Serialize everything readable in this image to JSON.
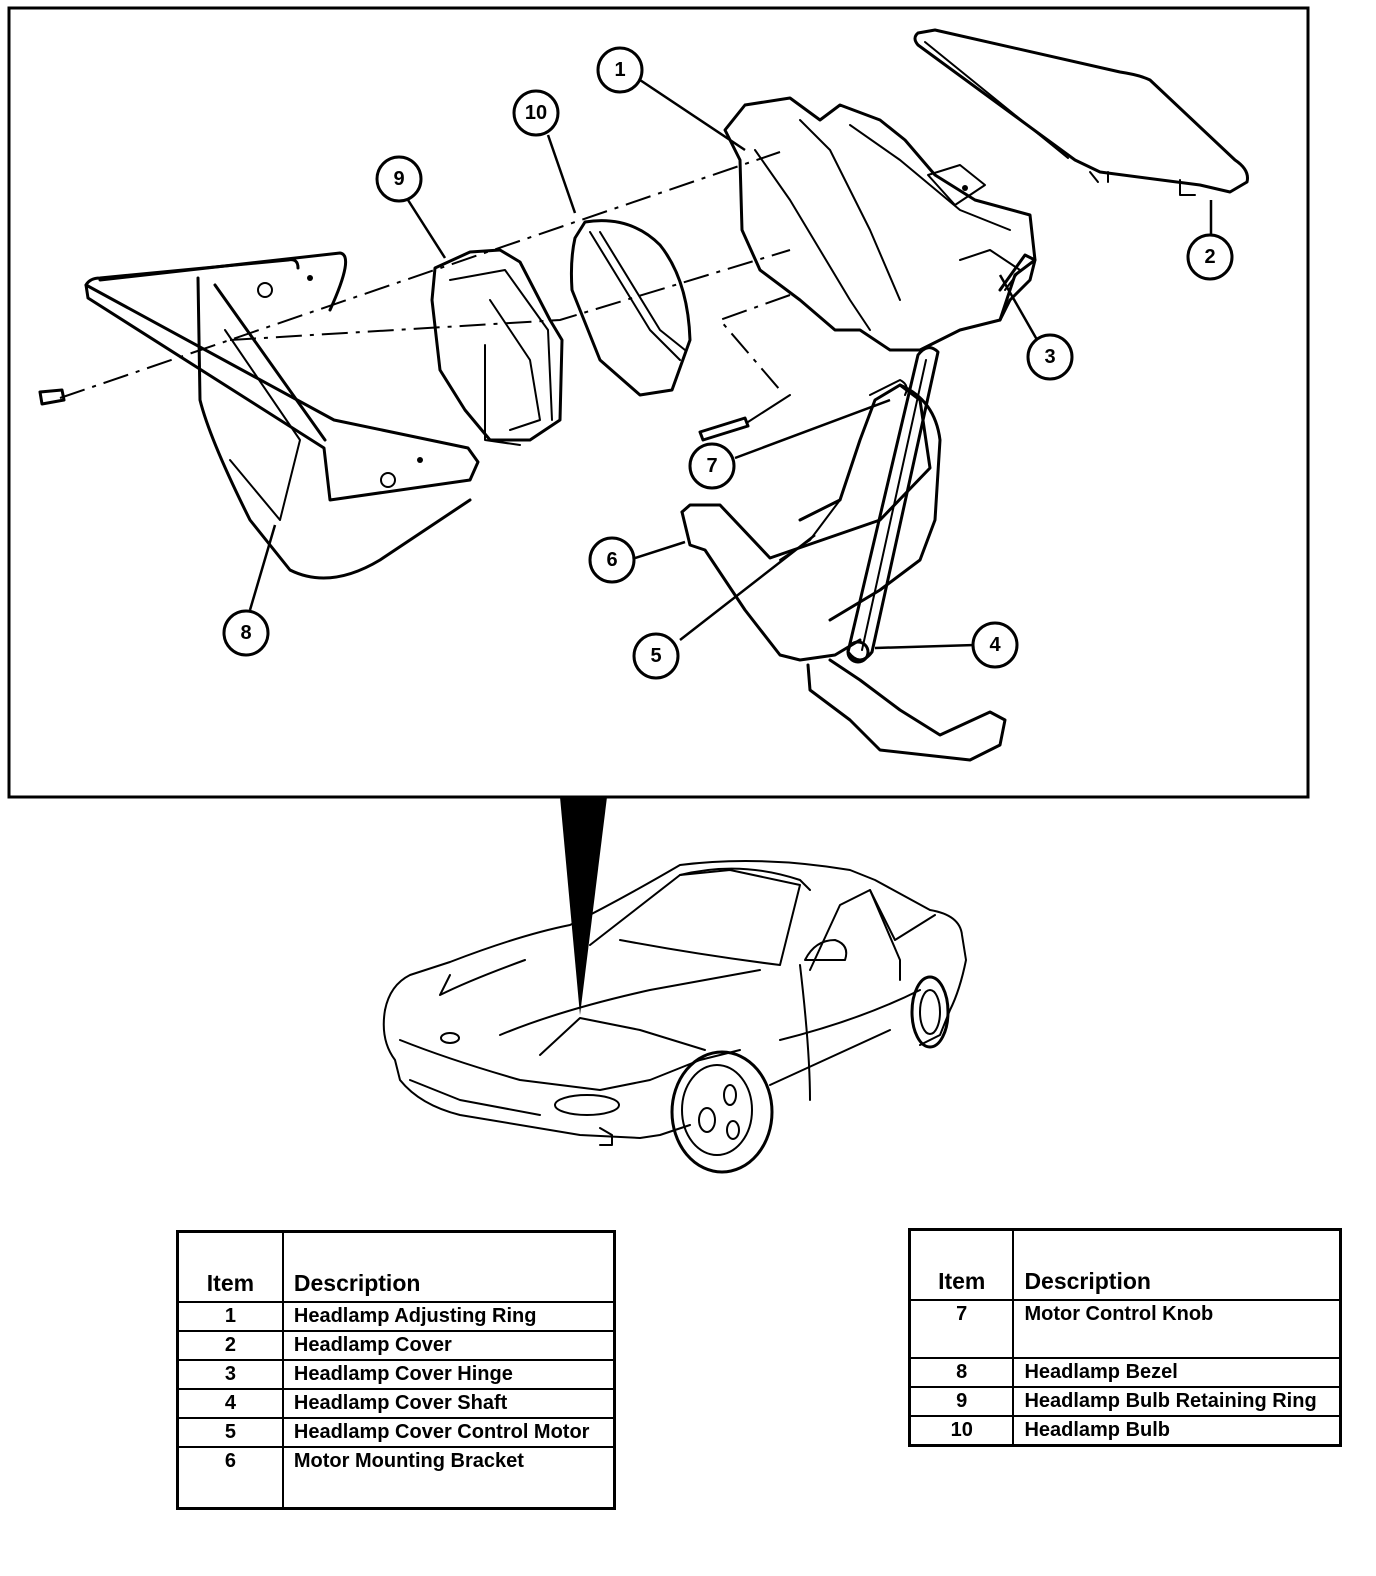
{
  "diagram": {
    "title": "Headlamp cover assembly exploded view",
    "callouts": [
      {
        "id": "1",
        "label": "1"
      },
      {
        "id": "2",
        "label": "2"
      },
      {
        "id": "3",
        "label": "3"
      },
      {
        "id": "4",
        "label": "4"
      },
      {
        "id": "5",
        "label": "5"
      },
      {
        "id": "6",
        "label": "6"
      },
      {
        "id": "7",
        "label": "7"
      },
      {
        "id": "8",
        "label": "8"
      },
      {
        "id": "9",
        "label": "9"
      },
      {
        "id": "10",
        "label": "10"
      }
    ]
  },
  "tables": {
    "left": {
      "header": {
        "item": "Item",
        "description": "Description"
      },
      "rows": [
        {
          "item": "1",
          "description": "Headlamp Adjusting Ring"
        },
        {
          "item": "2",
          "description": "Headlamp Cover"
        },
        {
          "item": "3",
          "description": "Headlamp Cover Hinge"
        },
        {
          "item": "4",
          "description": "Headlamp Cover Shaft"
        },
        {
          "item": "5",
          "description": "Headlamp Cover Control Motor"
        },
        {
          "item": "6",
          "description": "Motor Mounting Bracket"
        }
      ]
    },
    "right": {
      "header": {
        "item": "Item",
        "description": "Description"
      },
      "rows": [
        {
          "item": "7",
          "description": "Motor Control Knob"
        },
        {
          "item": "8",
          "description": "Headlamp Bezel"
        },
        {
          "item": "9",
          "description": "Headlamp Bulb Retaining Ring"
        },
        {
          "item": "10",
          "description": "Headlamp Bulb"
        }
      ]
    }
  }
}
